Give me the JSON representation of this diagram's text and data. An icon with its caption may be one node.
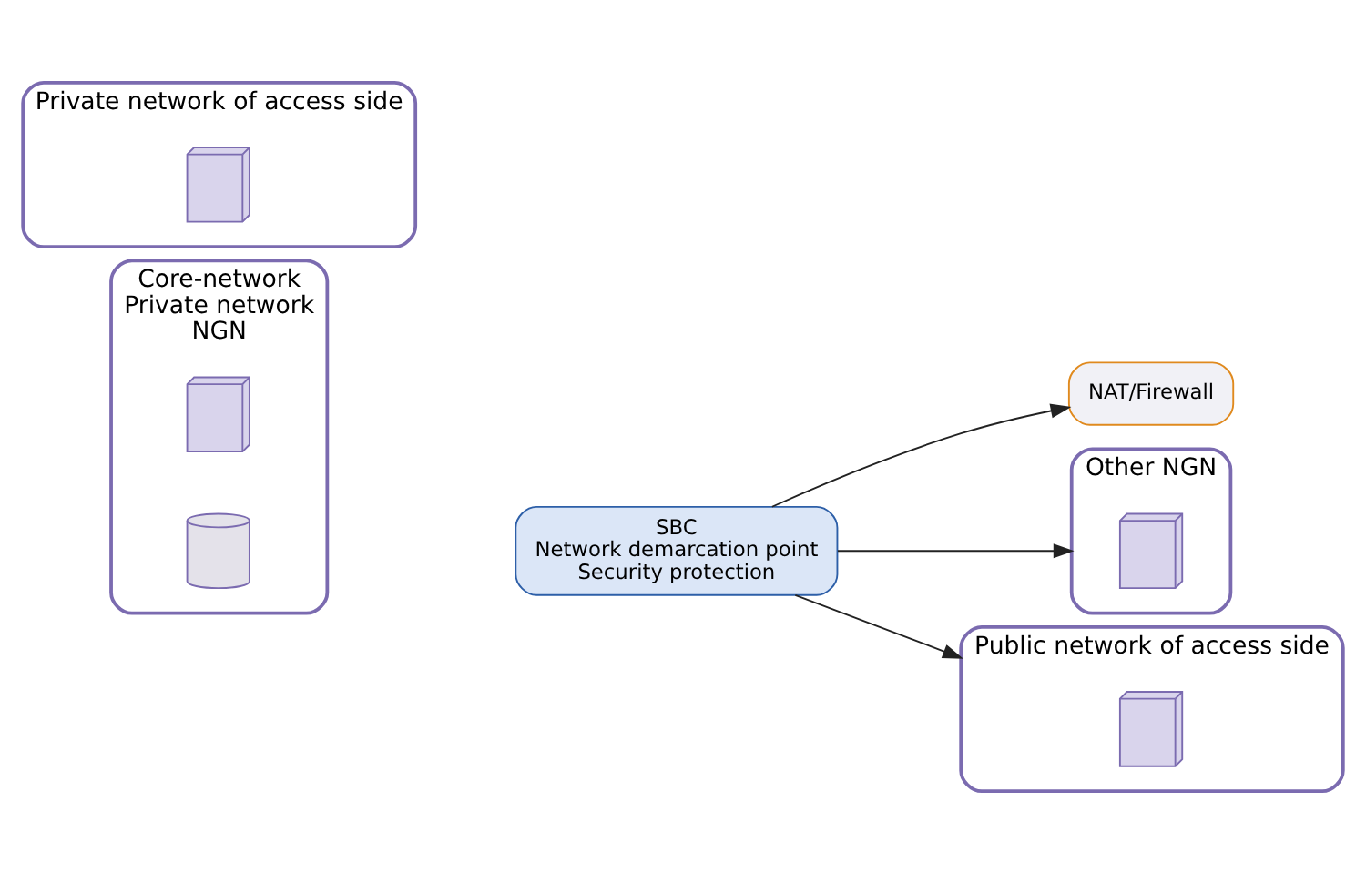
{
  "diagram": {
    "nodes": [
      {
        "text": [
          "Core-network",
          "Private network",
          "NGN"
        ]
      },
      {
        "text": [],
        "shape": "picture",
        "in": 0
      },
      {
        "text": [],
        "shape": "cylinder",
        "in": 0
      },
      {
        "text": [
          "SBC",
          "Network demarcation point",
          "Security protection"
        ]
      },
      {
        "text": [
          "NAT/Firewall"
        ]
      },
      {
        "text": [
          "Private network of access side"
        ]
      },
      {
        "text": [],
        "shape": "picture",
        "in": 5
      },
      {
        "text": [
          "Other NGN"
        ]
      },
      {
        "text": [],
        "shape": "picture",
        "in": 7
      },
      {
        "text": [
          "Public network of access side"
        ]
      },
      {
        "text": [],
        "shape": "picture",
        "in": 9
      }
    ],
    "edges": [
      {
        "from": 3,
        "to": 4,
        "arrow": "to"
      },
      {
        "from": 3,
        "to": 7,
        "arrow": "to"
      },
      {
        "from": 3,
        "to": 9,
        "arrow": "to"
      }
    ]
  }
}
